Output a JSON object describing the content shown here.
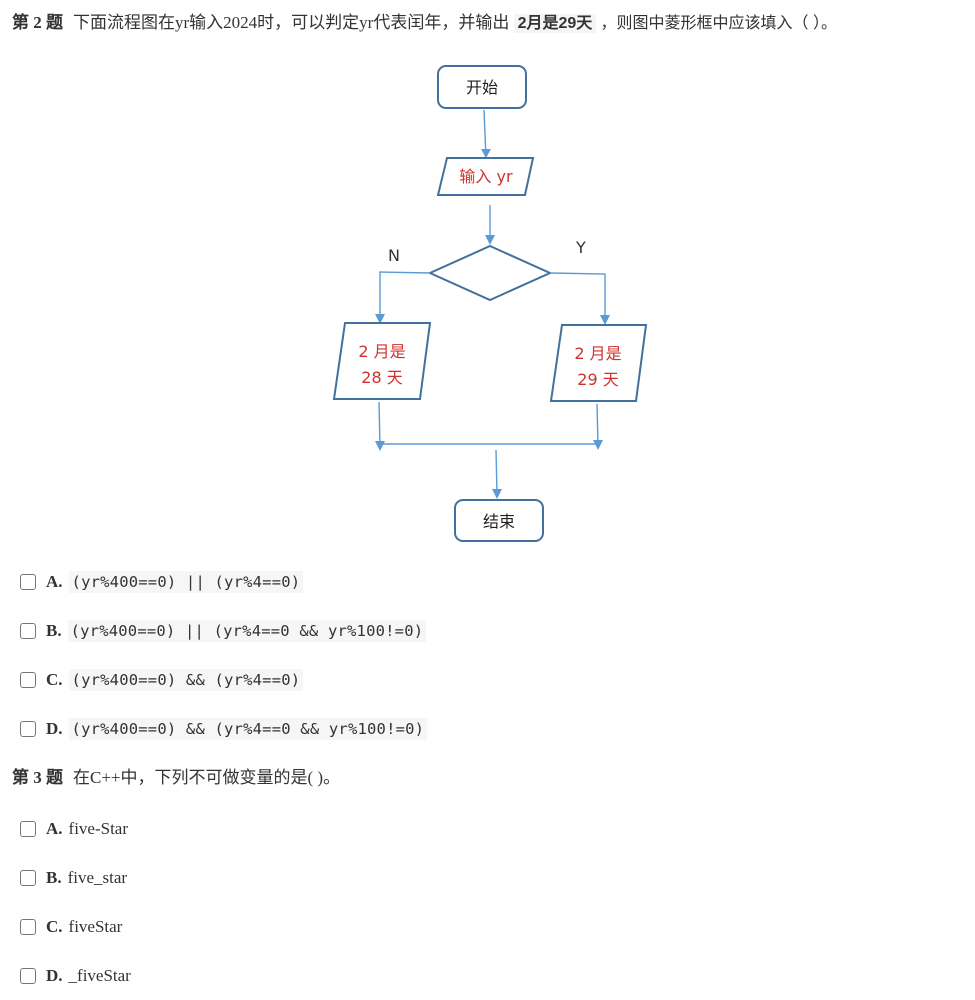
{
  "question2": {
    "number_label": "第 2 题",
    "text_before": "下面流程图在yr输入2024时，可以判定yr代表闰年，并输出",
    "highlight": "2月是29天",
    "text_after": "，则图中菱形框中应该填入（  ）。",
    "flowchart": {
      "start": "开始",
      "input": "输入 yr",
      "decision": "",
      "no_label": "N",
      "yes_label": "Y",
      "no_output_line1": "2 月是",
      "no_output_line2": "28 天",
      "yes_output_line1": "2 月是",
      "yes_output_line2": "29 天",
      "end": "结束",
      "colors": {
        "shape_border": "#41719c",
        "arrow": "#5b9bd5",
        "output_text": "#d0312d"
      }
    },
    "options": [
      {
        "letter": "A.",
        "text": "(yr%400==0) || (yr%4==0)"
      },
      {
        "letter": "B.",
        "text": "(yr%400==0) || (yr%4==0 && yr%100!=0)"
      },
      {
        "letter": "C.",
        "text": "(yr%400==0) && (yr%4==0)"
      },
      {
        "letter": "D.",
        "text": "(yr%400==0) && (yr%4==0 && yr%100!=0)"
      }
    ]
  },
  "question3": {
    "number_label": "第 3 题",
    "text": "在C++中，下列不可做变量的是(   )。",
    "options": [
      {
        "letter": "A.",
        "text": "five-Star"
      },
      {
        "letter": "B.",
        "text": "five_star"
      },
      {
        "letter": "C.",
        "text": "fiveStar"
      },
      {
        "letter": "D.",
        "text": "_fiveStar"
      }
    ]
  }
}
